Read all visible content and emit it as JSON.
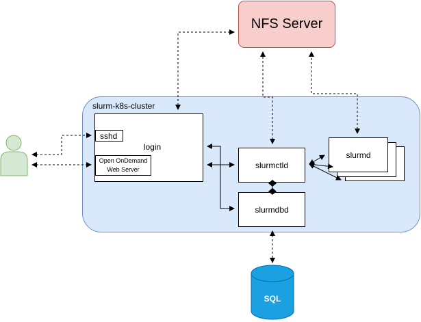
{
  "diagram": {
    "nfs_server": "NFS Server",
    "cluster_label": "slurm-k8s-cluster",
    "login": "login",
    "sshd": "sshd",
    "ood_line1": "Open OnDemand",
    "ood_line2": "Web Server",
    "slurmctld": "slurmctld",
    "slurmdbd": "slurmdbd",
    "slurmd": "slurmd",
    "sql": "SQL"
  },
  "colors": {
    "nfs_fill": "#f8cecc",
    "nfs_stroke": "#b85450",
    "cluster_fill": "#dae8fc",
    "cluster_stroke": "#6c8ebf",
    "user_fill": "#d5e8d4",
    "user_stroke": "#82b366",
    "sql_fill": "#1ba1e2",
    "sql_stroke": "#006eaf"
  },
  "icons": [
    "user-actor-icon",
    "database-cylinder-icon"
  ]
}
